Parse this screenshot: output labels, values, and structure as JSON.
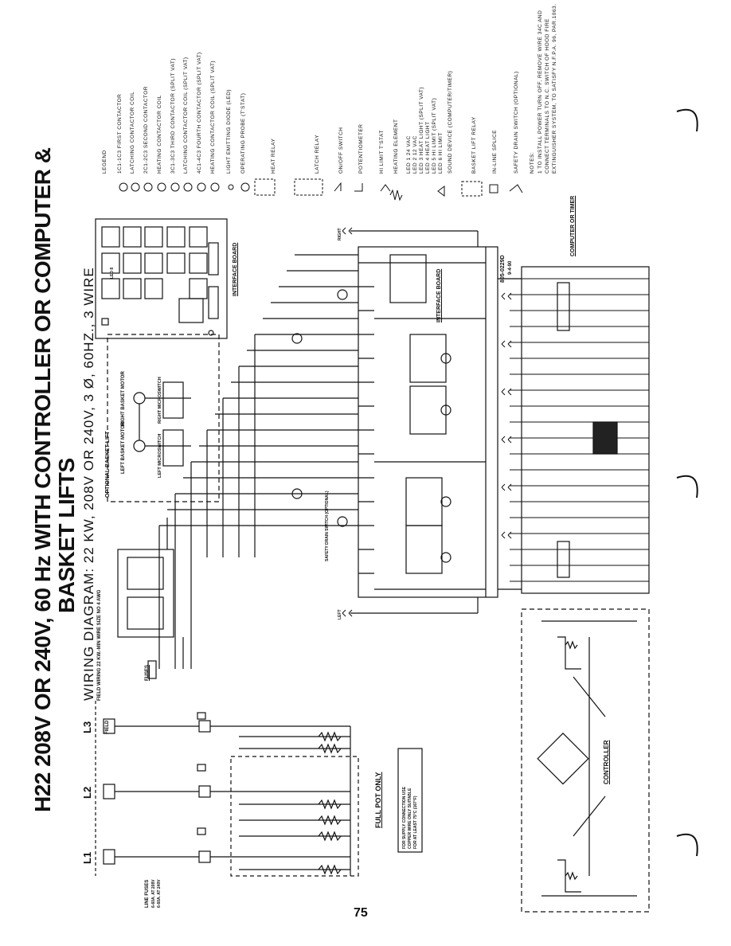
{
  "title": {
    "line1": "H22 208V OR 240V, 60 Hz WITH CONTROLLER OR COMPUTER &",
    "line2": "BASKET LIFTS"
  },
  "subtitle": {
    "main": "WIRING DIAGRAM: 22 KW, 208V OR 240V, 3 Ø, 60HZ., 3 WIRE",
    "note": "FIELD WIRING 22 KW.-MIN WIRE SIZE NO 4 AWG"
  },
  "lines": [
    "L1",
    "L2",
    "L3"
  ],
  "labels": {
    "field": "FIELD",
    "line_fuses": "LINE FUSES",
    "line_fuses_1": "6-60A. AT 208V",
    "line_fuses_2": "6-60A. AT 240V",
    "full_pot_only": "FULL POT ONLY",
    "supply_note_1": "FOR SUPPLY CONNECTION USE",
    "supply_note_2": "COPPER WIRE ONLY SUITABLE",
    "supply_note_3": "FOR AT LEAST 75°C (167°F)",
    "optional_basket_lift": "OPTIONAL BASKET LIFT",
    "left_basket_motor": "LEFT BASKET MOTOR",
    "right_basket_motor": "RIGHT BASKET MOTOR",
    "left_microswitch": "LEFT MICROSWITCH",
    "right_microswitch": "RIGHT MICROSWITCH",
    "interface_board_top": "INTERFACE BOARD",
    "interface_board": "INTERFACE BOARD",
    "computer_or_timer": "COMPUTER OR TIMER",
    "controller": "CONTROLLER",
    "fuses": "FUSES",
    "doc_number": "805-0229D",
    "doc_date": "9-4-90",
    "left_probe": "LEFT",
    "right_probe": "RIGHT",
    "safety_drain_switch": "SAFETY DRAIN SWITCH (OPTIONAL)",
    "led8": "LED 8"
  },
  "legend": {
    "heading": "LEGEND",
    "items": [
      "1C1-1C3   FIRST CONTACTOR",
      "LATCHING CONTACTOR COIL",
      "2C1-2C3   SECOND CONTACTOR",
      "HEATING CONTACTOR COIL",
      "3C1-3C3   THIRD CONTACTOR (SPLIT VAT)",
      "LATCHING CONTACTOR COIL (SPLIT VAT)",
      "4C1-4C3   FOURTH CONTACTOR (SPLIT VAT)",
      "HEATING CONTACTOR COIL (SPLIT VAT)",
      "LIGHT EMITTING DIODE (LED)",
      "OPERATING PROBE (T'STAT)",
      "HEAT RELAY",
      "LATCH RELAY",
      "ON/OFF SWITCH",
      "POTENTIOMETER",
      "HI LIMIT T'STAT",
      "HEATING ELEMENT",
      "LED 1   24 VAC",
      "LED 2   12 VAC",
      "LED 3   HEAT LIGHT (SPLIT VAT)",
      "LED 4   HEAT LIGHT",
      "LED 5   HI LIMIT (SPLIT VAT)",
      "LED 6   HI LIMIT",
      "SOUND DEVICE (COMPUTER/TIMER)",
      "BASKET LIFT RELAY",
      "IN-LINE SPLICE",
      "SAFETY DRAIN SWITCH (OPTIONAL)",
      "NOTES:",
      "1 TO INSTALL POWER TURN OFF, REMOVE WIRE 34C AND",
      "CONNECT TERMINALS TO N.C. SWITCH OF HOOD FIRE",
      "EXTINGUISHER SYSTEM, TO SATISFY N.F.P.A. 96, PAR.1063."
    ]
  },
  "page_number": "75"
}
